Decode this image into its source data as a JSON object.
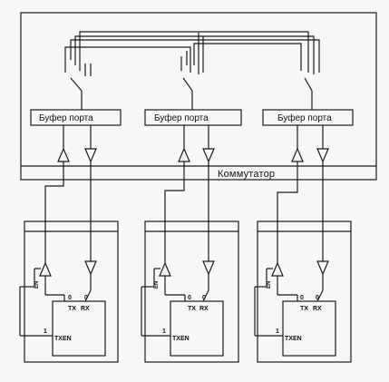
{
  "diagram": {
    "switch_label": "Коммутатор",
    "buffers": [
      {
        "label": "Буфер порта"
      },
      {
        "label": "Буфер порта"
      },
      {
        "label": "Буфер порта"
      }
    ],
    "stations": [
      {
        "tx": "TX",
        "rx": "RX",
        "txen": "TXEN",
        "en": "EN",
        "zero_tx": "0",
        "zero_rx": "0",
        "one": "1"
      },
      {
        "tx": "TX",
        "rx": "RX",
        "txen": "TXEN",
        "en": "EN",
        "zero_tx": "0",
        "zero_rx": "0",
        "one": "1"
      },
      {
        "tx": "TX",
        "rx": "RX",
        "txen": "TXEN",
        "en": "EN",
        "zero_tx": "0",
        "zero_rx": "0",
        "one": "1"
      }
    ]
  }
}
